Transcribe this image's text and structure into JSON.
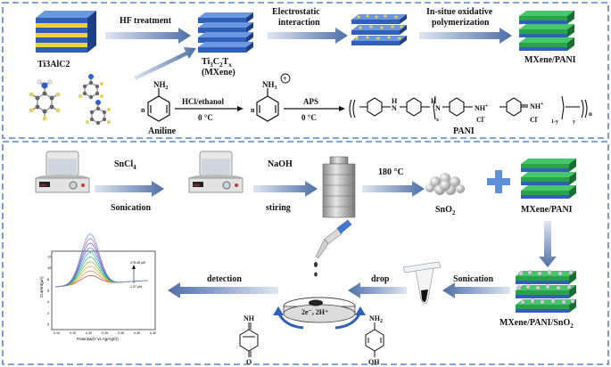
{
  "top": {
    "ti3alc2_label": "Ti3AlC2",
    "hf_label": "HF treatment",
    "ti3c2tx_label": "Ti3C2Tx",
    "mxene_paren": "(MXene)",
    "electrostatic_line1": "Electrostatic",
    "electrostatic_line2": "interaction",
    "oxidative_line1": "In-situe oxidative",
    "oxidative_line2": "polymerization",
    "mxene_pani_label": "MXene/PANI",
    "aniline_label": "Aniline",
    "hcl_label": "HCl/ethanol",
    "temp1": "0 °C",
    "aps_label": "APS",
    "temp2": "0 °C",
    "pani_label": "PANI",
    "nh2": "NH2",
    "nh3": "NH3",
    "n_sub": "n",
    "cl_minus": "Cl",
    "nh_plus": "NH+",
    "h": "H",
    "n": "N",
    "x_sub": "x",
    "one_minus_y": "1-y",
    "y_sub": "y"
  },
  "bottom": {
    "sncl4_label": "SnCl4",
    "sonication1": "Sonication",
    "naoh_label": "NaOH",
    "stiring_label": "stiring",
    "temp180": "180 °C",
    "sno2_label": "SnO2",
    "mxene_pani_label": "MXene/PANI",
    "sonication2": "Sonication",
    "drop_label": "drop",
    "detection_label": "detection",
    "composite_label": "MXene/PANI/SnO2",
    "electrode_text": "2e⁻, 2H⁺",
    "nh_label": "NH",
    "nh2_label": "NH2",
    "o_label": "O",
    "oh_label": "OH"
  },
  "graph": {
    "ylabel": "Current(µA)",
    "xlabel": "Potential(V vs Ag/AgCl)",
    "yticks": [
      "12",
      "10",
      "8",
      "6",
      "4",
      "2",
      "0"
    ],
    "xticks": [
      "0.10",
      "0.15",
      "0.20",
      "0.25",
      "0.30",
      "0.35",
      "0.40"
    ],
    "top_annot": "278.48 µM",
    "bottom_annot": "1.97 µM"
  },
  "colors": {
    "arrow_blue": "#4e6fa8",
    "layer_blue": "#2f5fb8",
    "layer_yellow": "#f2d13a",
    "layer_green": "#2aa24a",
    "dash_border": "#5a87c9"
  }
}
